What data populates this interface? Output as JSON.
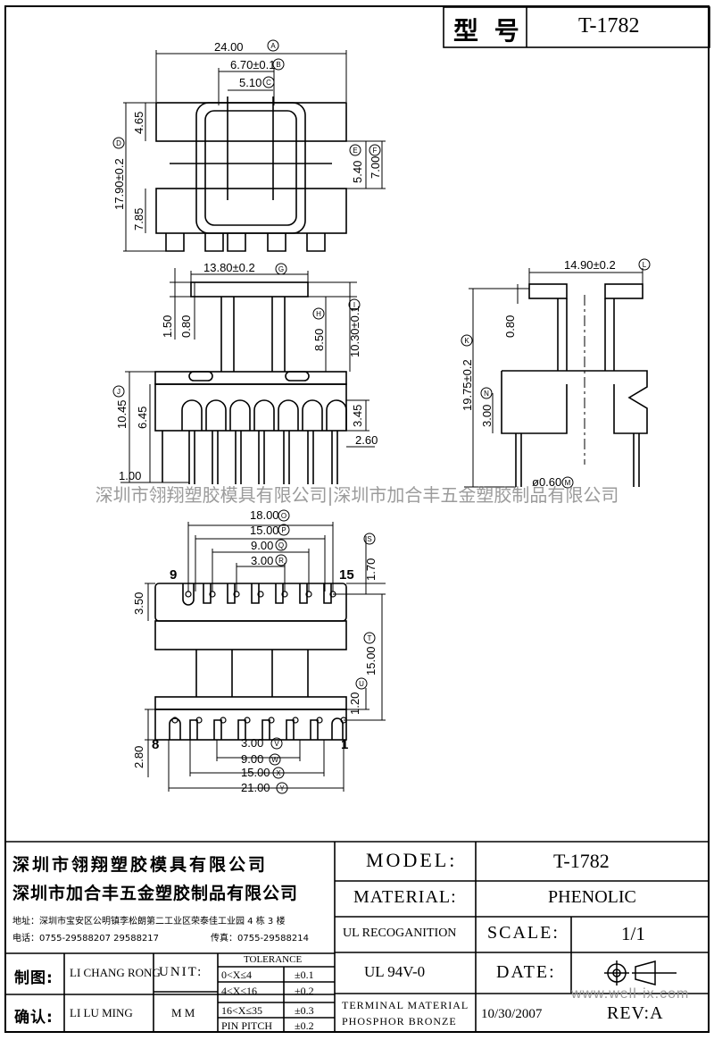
{
  "header": {
    "model_label": "型 号",
    "model_value": "T-1782"
  },
  "watermark": {
    "text": "深圳市翎翔塑胶模具有限公司|深圳市加合丰五金塑胶制品有限公司",
    "url": "www.well-ix.com"
  },
  "dimensions": {
    "A": "24.00",
    "B": "6.70±0.1",
    "C": "5.10",
    "D": "17.90±0.2",
    "top_h1": "4.65",
    "top_h2": "7.85",
    "E": "5.40",
    "F": "7.00",
    "G": "13.80±0.2",
    "s1": "1.50",
    "s2": "0.80",
    "H": "8.50",
    "I": "10.30±0.1",
    "J": "10.45",
    "s3": "6.45",
    "s4": "3.45",
    "s5": "2.60",
    "s6": "1.00",
    "L": "14.90±0.2",
    "s7": "0.80",
    "K": "19.75±0.2",
    "N": "3.00",
    "M": "ø0.60",
    "O": "18.00",
    "P": "15.00",
    "Q": "9.00",
    "R": "3.00",
    "S": "1.70",
    "b1": "3.50",
    "T": "15.00",
    "U": "1.20",
    "b2": "2.80",
    "V": "3.00",
    "W": "9.00",
    "X": "15.00",
    "Y": "21.00",
    "pin9": "9",
    "pin15": "15",
    "pin8": "8",
    "pin1": "1"
  },
  "title_block": {
    "company1": "深圳市翎翔塑胶模具有限公司",
    "company2": "深圳市加合丰五金塑胶制品有限公司",
    "address": "地址：深圳市宝安区公明镇李松朗第二工业区荣泰佳工业园 4 栋 3 楼",
    "phone": "电话：0755-29588207  29588217",
    "fax": "传真：0755-29588214",
    "model_label": "MODEL:",
    "model_value": "T-1782",
    "material_label": "MATERIAL:",
    "material_value": "PHENOLIC",
    "ul_label": "UL RECOGANITION",
    "ul_value": "UL 94V-0",
    "scale_label": "SCALE:",
    "scale_value": "1/1",
    "date_label": "DATE:",
    "date_value": "10/30/2007",
    "rev": "REV:A",
    "terminal_1": "TERMINAL MATERIAL",
    "terminal_2": "PHOSPHOR  BRONZE",
    "drawn_label": "制图:",
    "drawn_value": "LI CHANG RONG",
    "check_label": "确认:",
    "check_value": "LI LU MING",
    "unit_label": "UNIT:",
    "unit_value": "M M",
    "tolerance_title": "TOLERANCE",
    "tol": [
      {
        "range": "0<X≤4",
        "value": "±0.1"
      },
      {
        "range": "4<X≤16",
        "value": "±0.2"
      },
      {
        "range": "16<X≤35",
        "value": "±0.3"
      },
      {
        "range": "PIN PITCH",
        "value": "±0.2"
      }
    ]
  }
}
